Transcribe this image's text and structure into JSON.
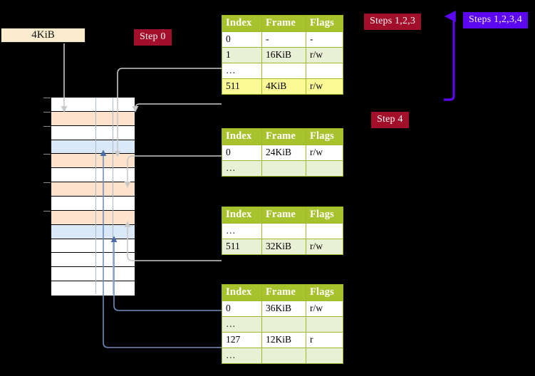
{
  "badges": [
    {
      "id": "step0",
      "label": "Step 0",
      "color": "#a10f2b",
      "text_color": "#fdf3f5"
    },
    {
      "id": "steps123",
      "label": "Steps 1,2,3",
      "color": "#a10f2b",
      "text_color": "#fdf3f5"
    },
    {
      "id": "steps1234",
      "label": "Steps 1,2,3,4",
      "color": "#5b07f0",
      "text_color": "#f0ecff"
    },
    {
      "id": "step4",
      "label": "Step 4",
      "color": "#a10f2b",
      "text_color": "#fdf3f5"
    }
  ],
  "memory_label": {
    "text": "4KiB",
    "background": "#faeccd",
    "border": "#1a1a1a"
  },
  "memory_column": {
    "rows": [
      {
        "fill": "white"
      },
      {
        "fill": "peach"
      },
      {
        "fill": "white"
      },
      {
        "fill": "blue"
      },
      {
        "fill": "peach"
      },
      {
        "fill": "white"
      },
      {
        "fill": "peach"
      },
      {
        "fill": "white"
      },
      {
        "fill": "peach"
      },
      {
        "fill": "blue"
      },
      {
        "fill": "white"
      },
      {
        "fill": "white"
      },
      {
        "fill": "white"
      },
      {
        "fill": "white"
      }
    ],
    "colors": {
      "peach": "#fde3cc",
      "blue": "#dbe8f8",
      "white": "#ffffff"
    }
  },
  "tables": [
    {
      "id": "pml4",
      "headers": [
        "Index",
        "Frame",
        "Flags"
      ],
      "rows": [
        {
          "cells": [
            "0",
            "-",
            "-"
          ],
          "style": "plain",
          "highlight": false
        },
        {
          "cells": [
            "1",
            "16KiB",
            "r/w"
          ],
          "style": "alt",
          "highlight": false
        },
        {
          "cells": [
            "…",
            "",
            ""
          ],
          "style": "plain",
          "highlight": false
        },
        {
          "cells": [
            "511",
            "4KiB",
            "r/w"
          ],
          "style": "alt",
          "highlight": true
        }
      ]
    },
    {
      "id": "pdpt",
      "headers": [
        "Index",
        "Frame",
        "Flags"
      ],
      "rows": [
        {
          "cells": [
            "0",
            "24KiB",
            "r/w"
          ],
          "style": "plain",
          "highlight": false
        },
        {
          "cells": [
            "…",
            "",
            ""
          ],
          "style": "alt",
          "highlight": false
        }
      ]
    },
    {
      "id": "pd",
      "headers": [
        "Index",
        "Frame",
        "Flags"
      ],
      "rows": [
        {
          "cells": [
            "…",
            "",
            ""
          ],
          "style": "plain",
          "highlight": false
        },
        {
          "cells": [
            "511",
            "32KiB",
            "r/w"
          ],
          "style": "alt",
          "highlight": false
        }
      ]
    },
    {
      "id": "pt",
      "headers": [
        "Index",
        "Frame",
        "Flags"
      ],
      "rows": [
        {
          "cells": [
            "0",
            "36KiB",
            "r/w"
          ],
          "style": "plain",
          "highlight": false
        },
        {
          "cells": [
            "…",
            "",
            ""
          ],
          "style": "alt",
          "highlight": false
        },
        {
          "cells": [
            "127",
            "12KiB",
            "r"
          ],
          "style": "plain",
          "highlight": false
        },
        {
          "cells": [
            "…",
            "",
            ""
          ],
          "style": "alt",
          "highlight": false
        }
      ]
    }
  ],
  "theme": {
    "table_header_bg": "#a8c22e",
    "table_alt_bg": "#eaf0d5",
    "table_border": "#9cb92b",
    "highlight_bg": "#fcfa96",
    "wire_gray": "#c9c9c9",
    "wire_blue": "#6f8fbe",
    "wire_violet": "#5b07f0",
    "background": "#000000"
  }
}
